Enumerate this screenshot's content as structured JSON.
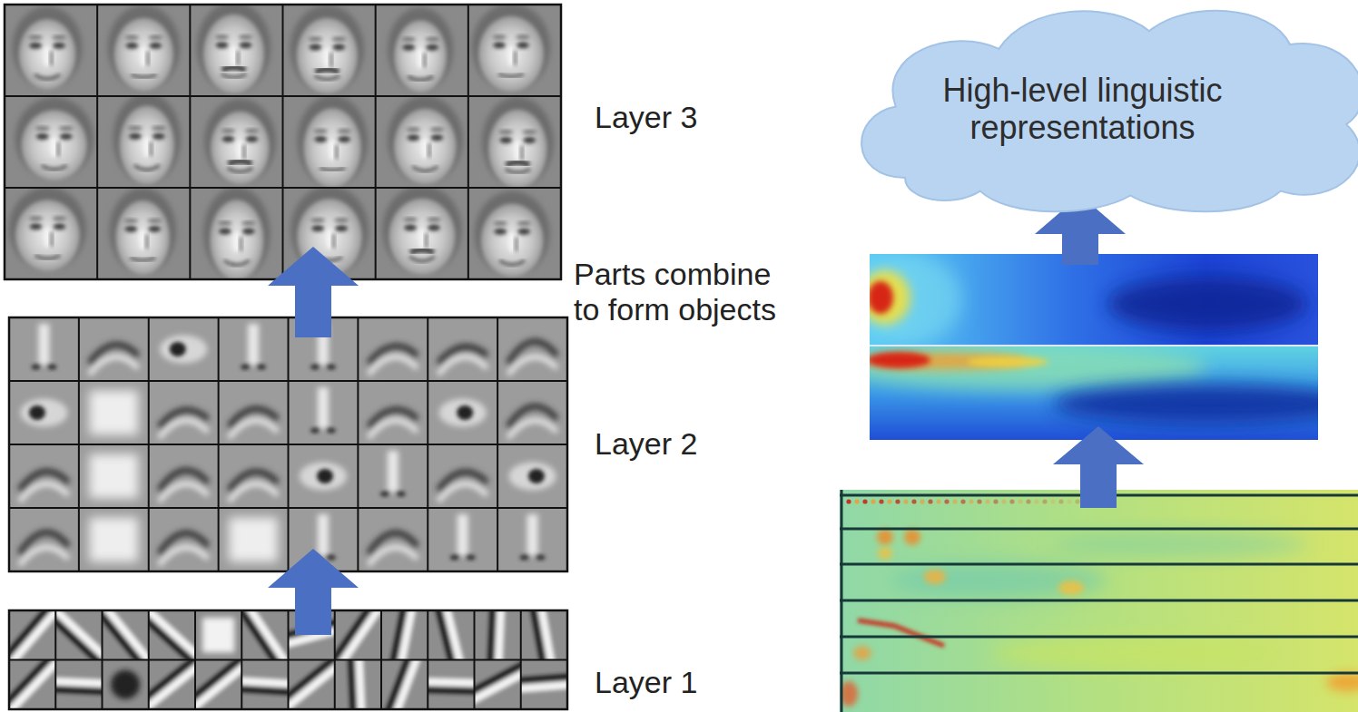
{
  "diagram": {
    "nodes": [
      {
        "text": [
          "High-level linguistic representations"
        ]
      }
    ],
    "labels": [
      "Layer 3",
      "Parts combine to form objects",
      "Layer 2",
      "Layer 1"
    ]
  }
}
